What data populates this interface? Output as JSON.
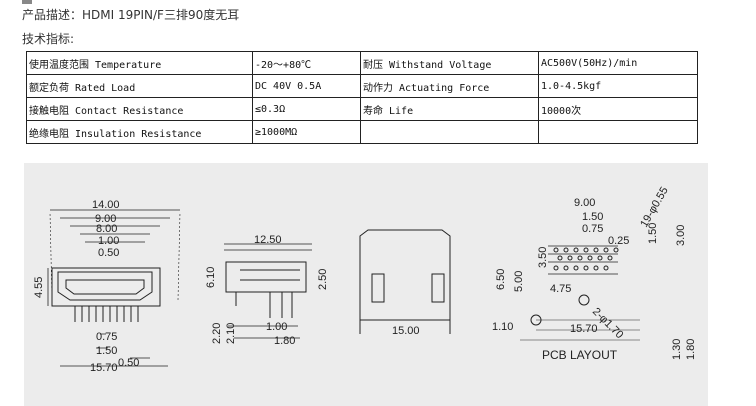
{
  "product_desc": "产品描述：HDMI 19PIN/F三排90度无耳",
  "tech_title": "技术指标:",
  "specs": [
    {
      "label1": "使用温度范围 Temperature",
      "value1": "-20～+80℃",
      "label2": "耐压 Withstand Voltage",
      "value2": "AC500V(50Hz)/min"
    },
    {
      "label1": "额定负荷 Rated Load",
      "value1": "DC 40V 0.5A",
      "label2": "动作力 Actuating Force",
      "value2": "1.0-4.5kgf"
    },
    {
      "label1": "接触电阻 Contact Resistance",
      "value1": "≤0.3Ω",
      "label2": "寿命 Life",
      "value2": "10000次"
    },
    {
      "label1": "绝缘电阻 Insulation Resistance",
      "value1": "≥1000MΩ",
      "label2": "",
      "value2": ""
    }
  ],
  "front_dims": {
    "d1": "14.00",
    "d2": "9.00",
    "d3": "8.00",
    "d4": "1.00",
    "d5": "0.50",
    "h": "4.55",
    "b1": "0.75",
    "b2": "1.50",
    "b3": "15.70",
    "b4": "0.50"
  },
  "side_dims": {
    "w": "12.50",
    "h1": "6.10",
    "h2": "2.50",
    "b1": "1.00",
    "b2": "2.20",
    "b3": "2.10",
    "b4": "1.80"
  },
  "rear_dims": {
    "w": "15.00"
  },
  "pcb_dims": {
    "top1": "9.00",
    "top2": "1.50",
    "top3": "0.75",
    "top4": "0.25",
    "d1": "19-φ0.55",
    "d2": "1.50",
    "d3": "3.00",
    "l1": "3.50",
    "l2": "6.50",
    "l3": "5.00",
    "mid": "4.75",
    "left": "1.10",
    "hole": "2-φ1.70",
    "bottom": "15.70",
    "r1": "1.30",
    "r2": "1.80"
  },
  "pcb_label": "PCB LAYOUT"
}
